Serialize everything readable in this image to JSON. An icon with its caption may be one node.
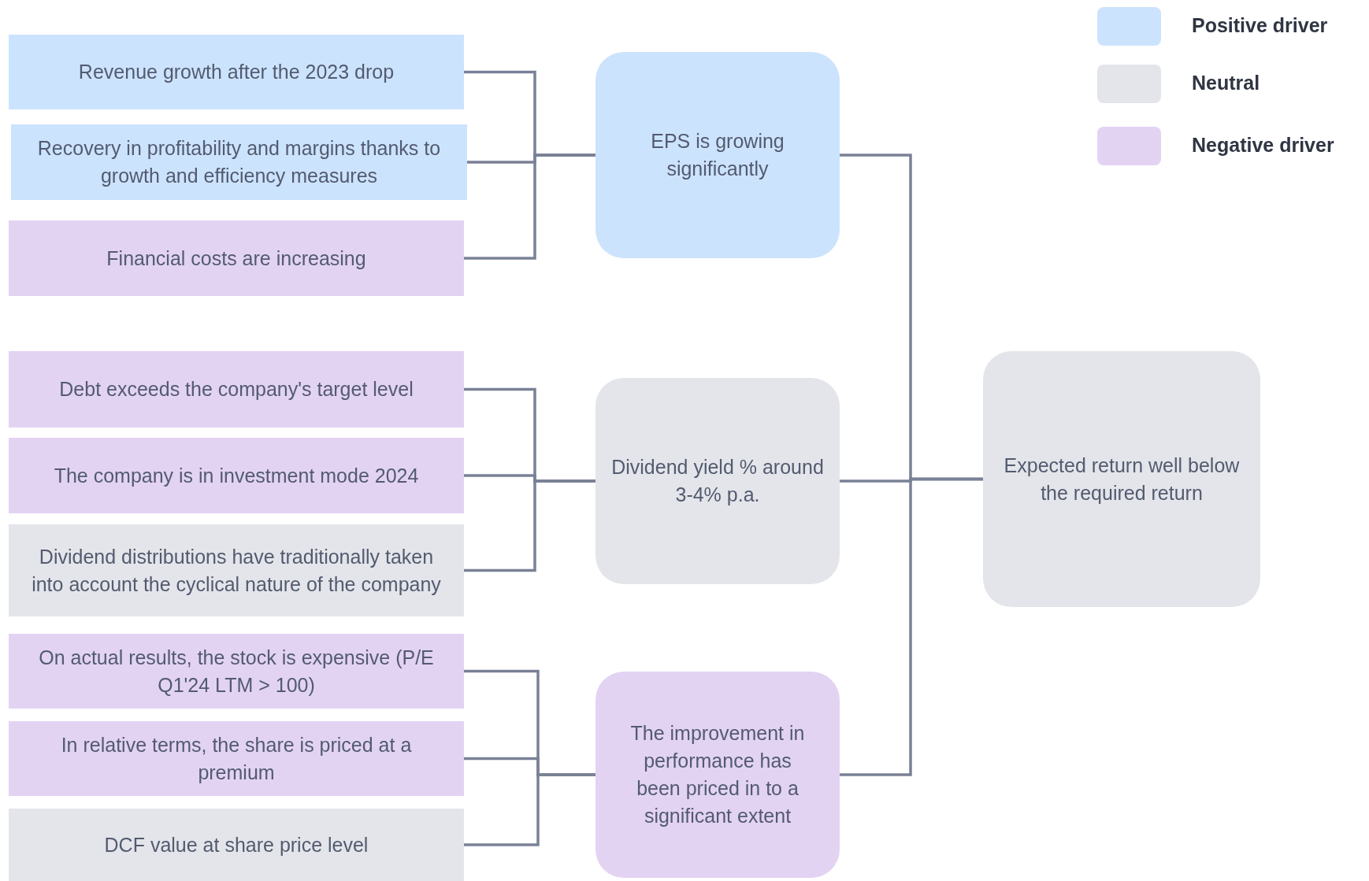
{
  "diagram": {
    "nodes": [
      {
        "text": [
          "Revenue growth after the 2023 drop"
        ]
      },
      {
        "text": [
          "Recovery in profitability and margins thanks to growth and efficiency measures"
        ]
      },
      {
        "text": [
          "Financial costs are increasing"
        ]
      },
      {
        "text": [
          "Debt exceeds the company's target level"
        ]
      },
      {
        "text": [
          "The company is in investment mode 2024"
        ]
      },
      {
        "text": [
          "Dividend distributions have traditionally taken into account the cyclical nature of the company"
        ]
      },
      {
        "text": [
          "On actual results, the stock is expensive (P/E Q1'24 LTM > 100)"
        ]
      },
      {
        "text": [
          "In relative terms, the share is priced at a premium"
        ]
      },
      {
        "text": [
          "DCF value at share price level"
        ]
      },
      {
        "text": [
          "EPS is growing significantly"
        ]
      },
      {
        "text": [
          "Dividend yield % around 3-4% p.a."
        ]
      },
      {
        "text": [
          "The improvement in performance has been priced in to a significant extent"
        ]
      },
      {
        "text": [
          "Expected return well below the required return"
        ]
      }
    ],
    "edges": [
      {
        "from": 0,
        "to": 9,
        "arrow": "none"
      },
      {
        "from": 1,
        "to": 9,
        "arrow": "none"
      },
      {
        "from": 2,
        "to": 9,
        "arrow": "none"
      },
      {
        "from": 3,
        "to": 10,
        "arrow": "none"
      },
      {
        "from": 4,
        "to": 10,
        "arrow": "none"
      },
      {
        "from": 5,
        "to": 10,
        "arrow": "none"
      },
      {
        "from": 6,
        "to": 11,
        "arrow": "none"
      },
      {
        "from": 7,
        "to": 11,
        "arrow": "none"
      },
      {
        "from": 8,
        "to": 11,
        "arrow": "none"
      },
      {
        "from": 9,
        "to": 12,
        "arrow": "none"
      },
      {
        "from": 10,
        "to": 12,
        "arrow": "none"
      },
      {
        "from": 11,
        "to": 12,
        "arrow": "none"
      }
    ],
    "legend": [
      {
        "text": "Positive driver",
        "color": "#cce3fd"
      },
      {
        "text": "Neutral",
        "color": "#e4e5ea"
      },
      {
        "text": "Negative driver",
        "color": "#e3d3f3"
      }
    ]
  }
}
